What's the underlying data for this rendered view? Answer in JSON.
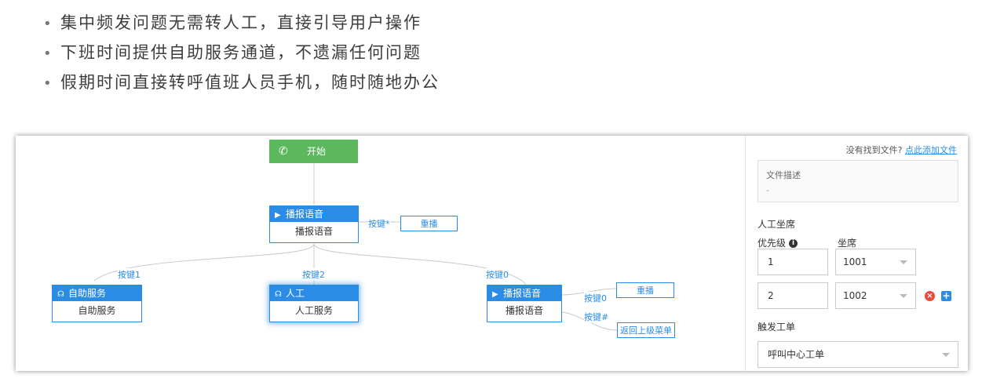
{
  "bullets": [
    "集中频发问题无需转人工，直接引导用户操作",
    "下班时间提供自助服务通道，不遗漏任何问题",
    "假期时间直接转呼值班人员手机，随时随地办公"
  ],
  "flow": {
    "start": {
      "label": "开始",
      "icon": "phone-icon"
    },
    "broadcast_main": {
      "title": "播报语音",
      "body": "播报语音"
    },
    "edge_star": "按键*",
    "replay_1": "重播",
    "edge_1": "按键1",
    "edge_2": "按键2",
    "edge_0": "按键0",
    "self_service": {
      "title": "自助服务",
      "body": "自助服务",
      "icon": "headset-icon"
    },
    "manual": {
      "title": "人工",
      "body": "人工服务",
      "icon": "headset-icon"
    },
    "broadcast_sub": {
      "title": "播报语音",
      "body": "播报语音"
    },
    "sub_edge_0": "按键0",
    "sub_edge_hash": "按键#",
    "replay_2": "重播",
    "back_menu": "返回上级菜单"
  },
  "panel": {
    "not_found_text": "没有找到文件?",
    "add_file_link": "点此添加文件",
    "file_desc_label": "文件描述",
    "file_desc_value": "-",
    "agent_section": "人工坐席",
    "priority_label": "优先级",
    "seat_label": "坐席",
    "rows": [
      {
        "priority": "1",
        "seat": "1001"
      },
      {
        "priority": "2",
        "seat": "1002"
      }
    ],
    "trigger_section": "触发工单",
    "trigger_value": "呼叫中心工单"
  },
  "colors": {
    "accent": "#2b8ce6",
    "start_green": "#5cb85c",
    "remove_red": "#e74c3c"
  }
}
